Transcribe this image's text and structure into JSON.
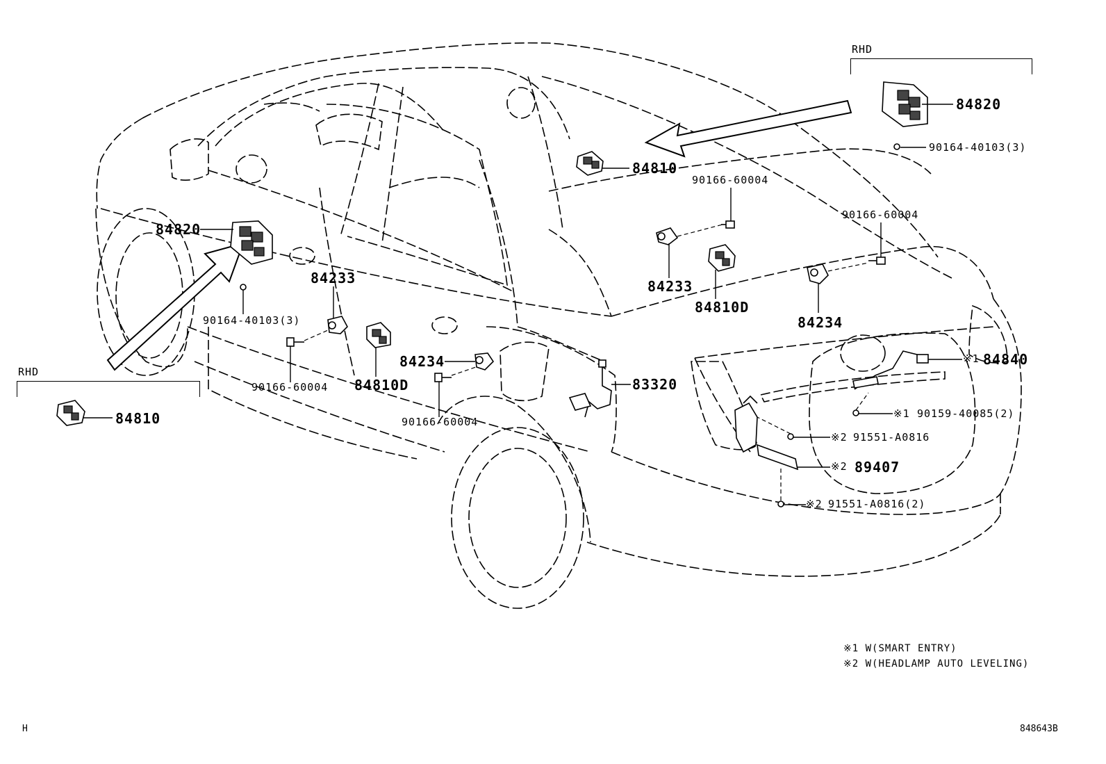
{
  "rhd_label": "RHD",
  "parts": {
    "p84820_top": "84820",
    "p90164_top": "90164-40103(3)",
    "p84810_mid": "84810",
    "p90166_a": "90166-60004",
    "p90166_b": "90166-60004",
    "p84233_right": "84233",
    "p84810D_right": "84810D",
    "p84234_right": "84234",
    "p84820_left": "84820",
    "p84233_left": "84233",
    "p90164_left": "90164-40103(3)",
    "p90166_left": "90166-60004",
    "p84810D_left": "84810D",
    "p84234_left": "84234",
    "p90166_bottom": "90166-60004",
    "p83320": "83320",
    "p84840": "84840",
    "p90159": "90159-40085(2)",
    "p91551_a": "91551-A0816",
    "p89407": "89407",
    "p91551_b": "91551-A0816(2)",
    "p84810_rhd": "84810"
  },
  "marks": {
    "m1": "※1",
    "m2": "※2"
  },
  "notes": {
    "note1": "※1 W(SMART ENTRY)",
    "note2": "※2 W(HEADLAMP AUTO LEVELING)"
  },
  "footer": {
    "left_code": "H",
    "right_code": "848643B"
  }
}
